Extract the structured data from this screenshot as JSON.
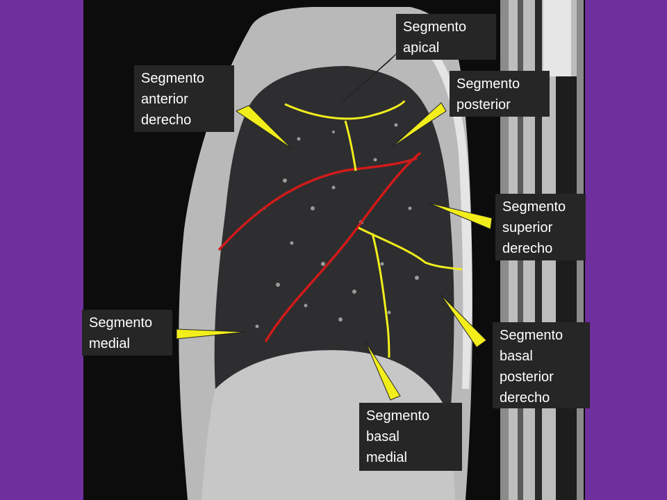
{
  "labels": {
    "apical": "Segmento\napical",
    "anterior_derecho": "Segmento\nanterior\nderecho",
    "posterior": "Segmento\nposterior",
    "superior_derecho": "Segmento\nsuperior\nderecho",
    "medial": "Segmento\nmedial",
    "basal_posterior_derecho": "Segmento\nbasal\nposterior\nderecho",
    "basal_medial": "Segmento\nbasal\nmedial"
  },
  "colors": {
    "background": "#6f2f9c",
    "label_bg": "#262626",
    "fissure_major": "#d01a1a",
    "segment_line": "#f2ee1c",
    "pointer": "#f2ee1c"
  }
}
